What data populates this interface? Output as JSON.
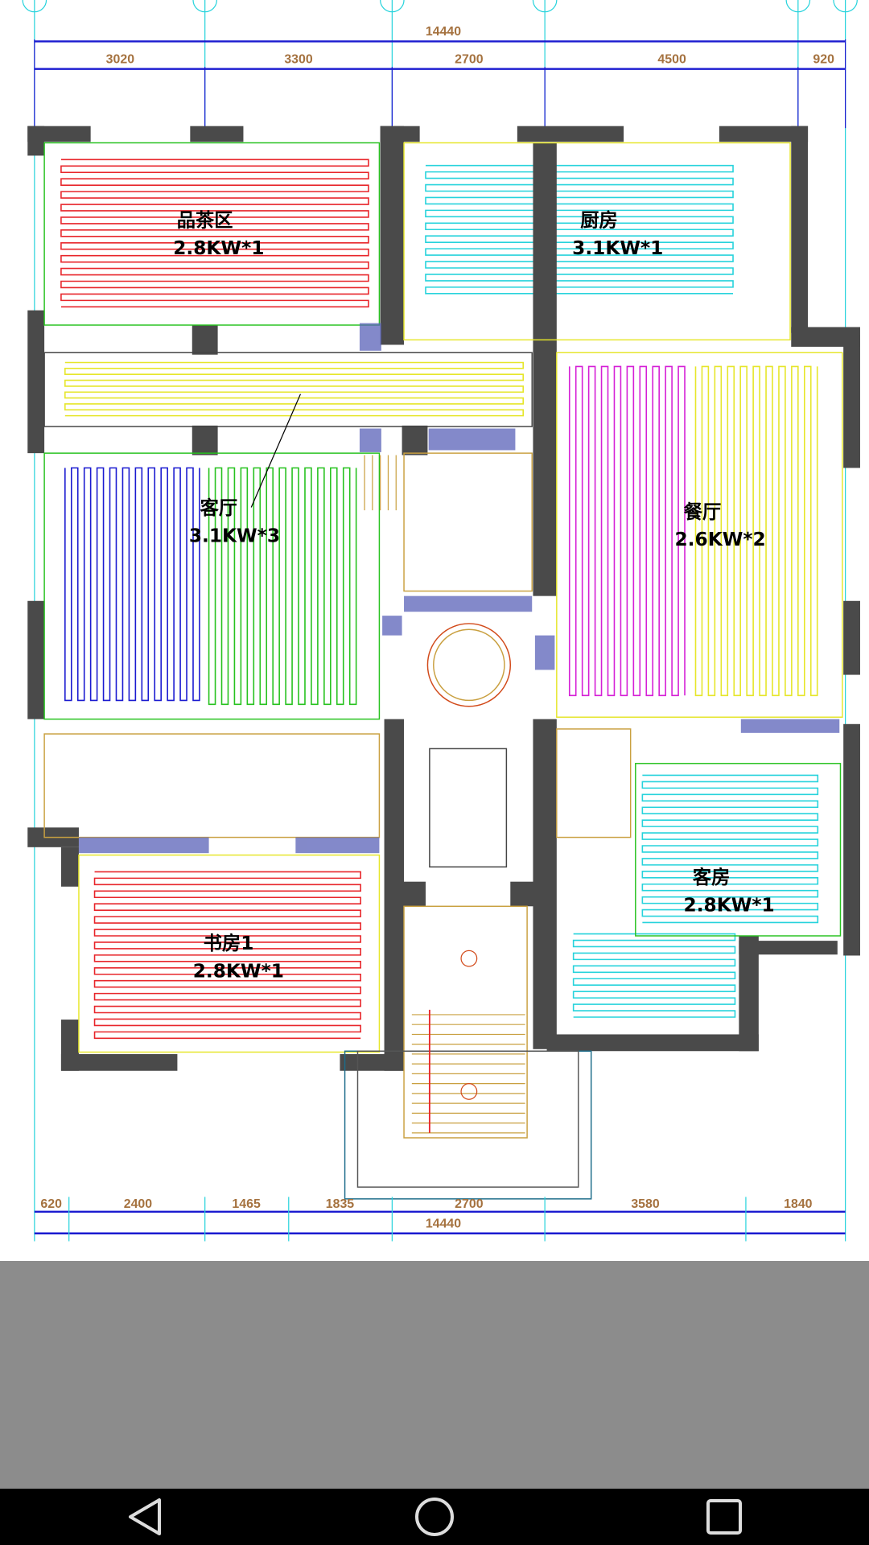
{
  "drawing": {
    "top_dimensions": {
      "total": "14440",
      "segments": [
        "3020",
        "3300",
        "2700",
        "4500",
        "920"
      ]
    },
    "bottom_dimensions": {
      "total": "14440",
      "segments": [
        "620",
        "2400",
        "1465",
        "1835",
        "2700",
        "3580",
        "1840"
      ]
    },
    "rooms": [
      {
        "name": "品茶区",
        "power": "2.8KW*1",
        "coil_colors": [
          "#e8262b"
        ]
      },
      {
        "name": "厨房",
        "power": "3.1KW*1",
        "coil_colors": [
          "#27d3dc"
        ]
      },
      {
        "name": "客厅",
        "power": "3.1KW*3",
        "coil_colors": [
          "#1a1ad0",
          "#27c21f",
          "#e6e62a"
        ]
      },
      {
        "name": "餐厅",
        "power": "2.6KW*2",
        "coil_colors": [
          "#d51fd6",
          "#e6e62a"
        ]
      },
      {
        "name": "客房",
        "power": "2.8KW*1",
        "coil_colors": [
          "#27d3dc"
        ]
      },
      {
        "name": "书房1",
        "power": "2.8KW*1",
        "coil_colors": [
          "#e8262b"
        ]
      }
    ]
  },
  "navbar": {
    "back": "back-icon",
    "home": "home-icon",
    "recents": "recents-icon"
  }
}
